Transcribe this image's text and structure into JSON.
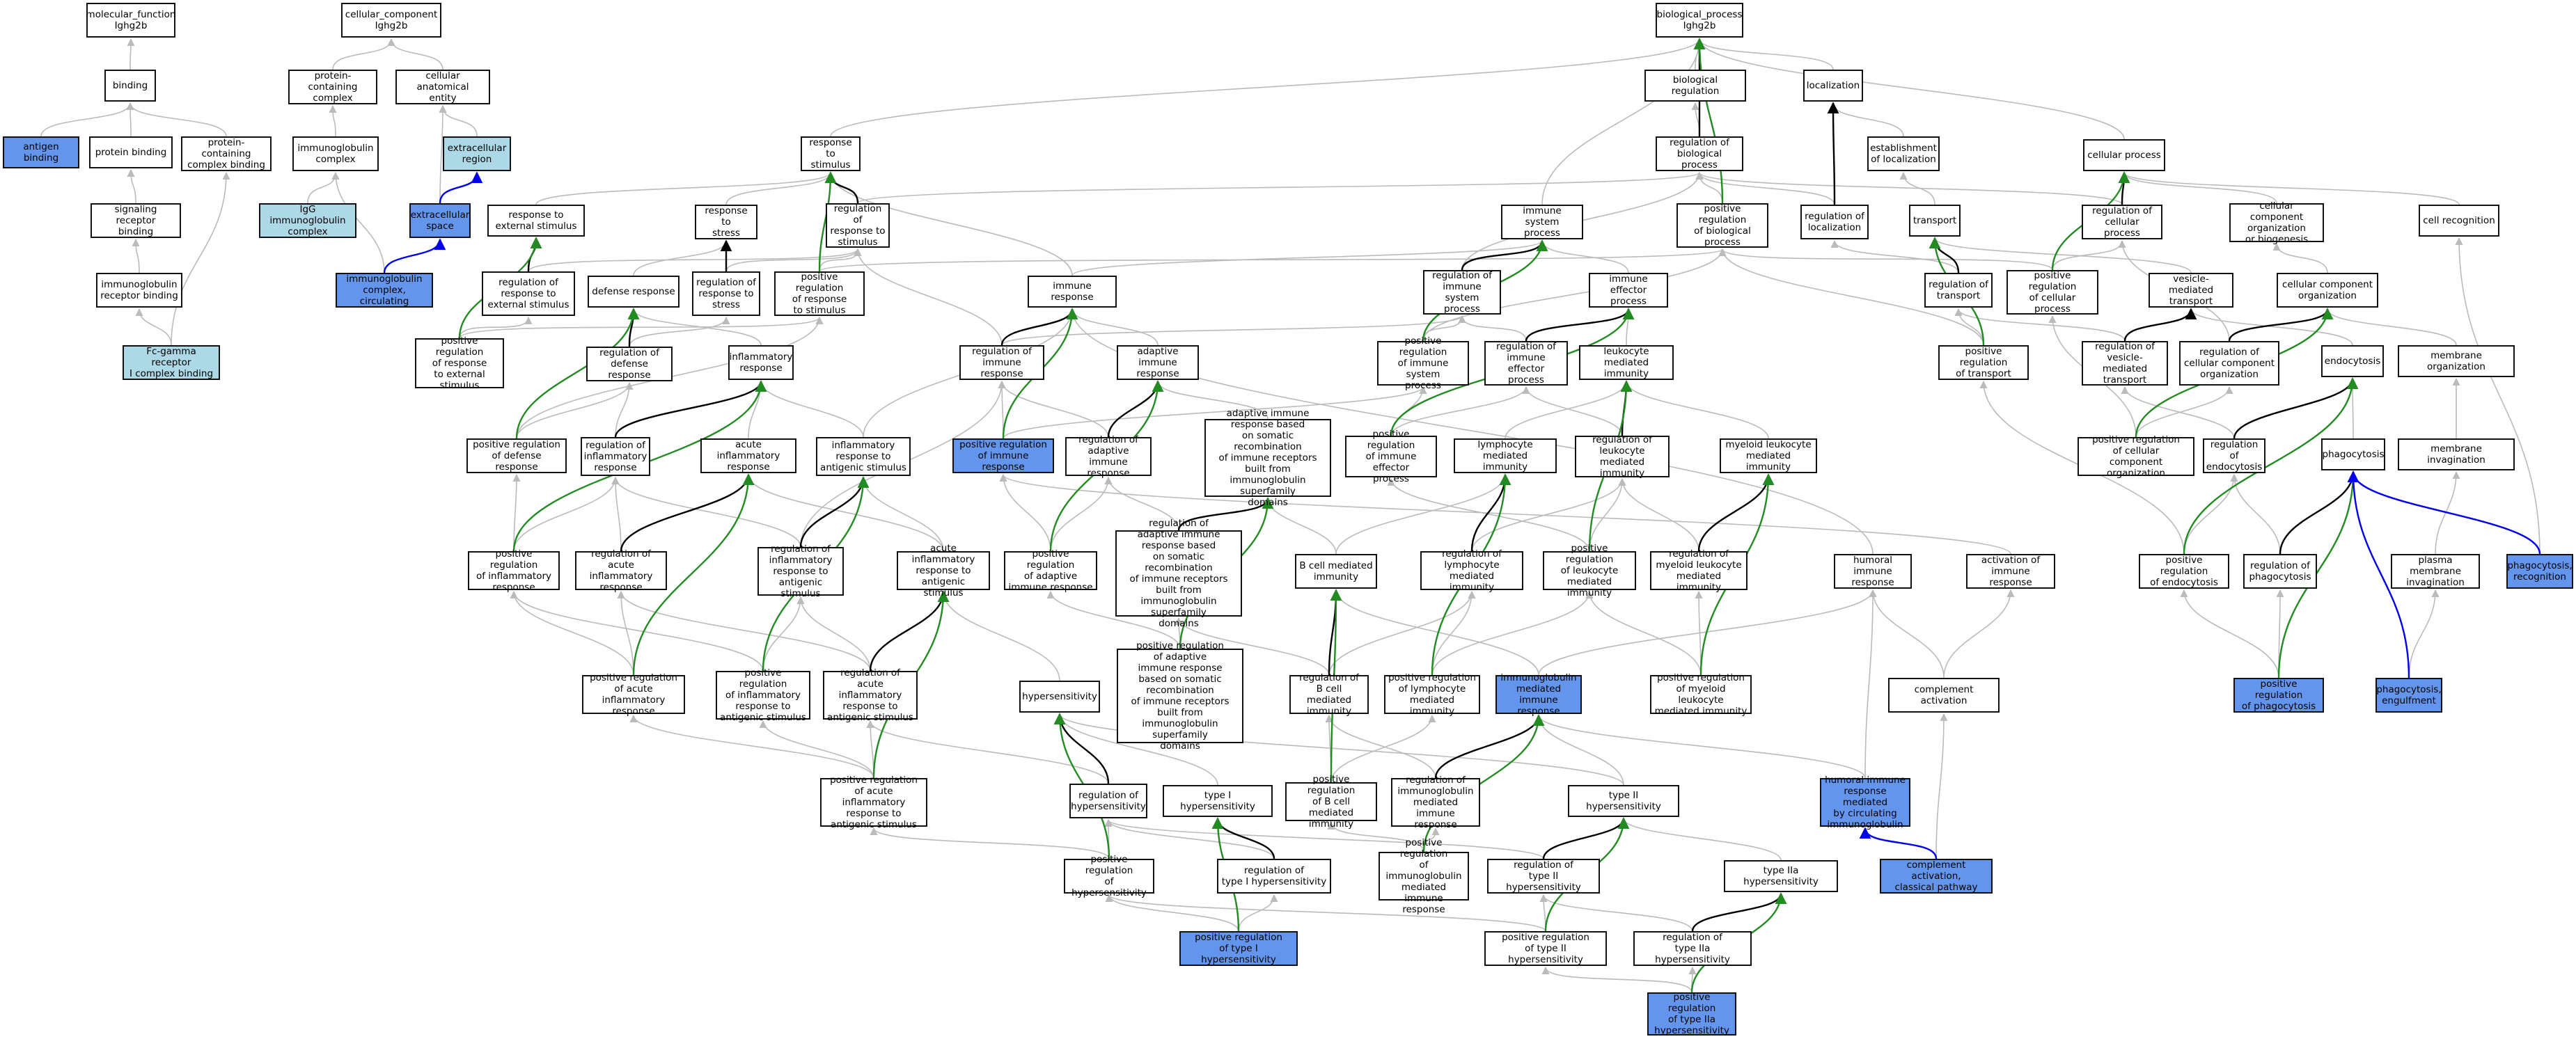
{
  "colors": {
    "node_fill": "#ffffff",
    "annotated_fill": "#6495ed",
    "inferred_fill": "#add8e6",
    "is_a_edge": "#bbbbbb",
    "regulates_edge": "#000000",
    "positively_regulates_edge": "#228b22",
    "part_of_edge": "#0000ee"
  },
  "nodes": {
    "mf_root": "molecular_function\nIghg2b",
    "binding": "binding",
    "antigen_binding": "antigen binding",
    "protein_binding": "protein binding",
    "pc_complex_binding": "protein-containing\ncomplex binding",
    "sig_receptor_binding": "signaling receptor\nbinding",
    "ig_receptor_binding": "immunoglobulin\nreceptor binding",
    "fc_gamma": "Fc-gamma receptor\nI complex binding",
    "cc_root": "cellular_component\nIghg2b",
    "pc_complex": "protein-containing\ncomplex",
    "cell_anat_entity": "cellular anatomical\nentity",
    "ig_complex": "immunoglobulin\ncomplex",
    "extracellular_region": "extracellular\nregion",
    "igg_complex": "IgG immunoglobulin\ncomplex",
    "extracellular_space": "extracellular\nspace",
    "ig_complex_circ": "immunoglobulin\ncomplex, circulating",
    "bp_root": "biological_process\nIghg2b",
    "bio_reg": "biological regulation",
    "localization": "localization",
    "cellular_process": "cellular process",
    "response_stimulus": "response to\nstimulus",
    "reg_bio_process": "regulation of\nbiological process",
    "est_localization": "establishment\nof localization",
    "resp_ext_stim": "response to\nexternal stimulus",
    "resp_stress": "response to\nstress",
    "reg_resp_stim": "regulation of\nresponse to\nstimulus",
    "immune_sys_proc": "immune system\nprocess",
    "pos_reg_bio_proc": "positive regulation\nof biological\nprocess",
    "reg_localization": "regulation of\nlocalization",
    "transport": "transport",
    "reg_cell_proc": "regulation of\ncellular process",
    "cc_org_bio": "cellular component\norganization\nor biogenesis",
    "cell_recognition": "cell recognition",
    "reg_resp_ext_stim": "regulation of\nresponse to\nexternal stimulus",
    "defense_response": "defense response",
    "reg_resp_stress": "regulation of\nresponse to\nstress",
    "pos_reg_resp_stim": "positive regulation\nof response\nto stimulus",
    "immune_response": "immune response",
    "reg_imm_sys_proc": "regulation of\nimmune system\nprocess",
    "immune_effector_proc": "immune effector\nprocess",
    "reg_transport": "regulation of\ntransport",
    "pos_reg_cell_proc": "positive regulation\nof cellular\nprocess",
    "vesicle_transport": "vesicle-mediated\ntransport",
    "cc_organization": "cellular component\norganization",
    "pos_reg_resp_ext": "positive regulation\nof response\nto external\nstimulus",
    "reg_defense_resp": "regulation of\ndefense response",
    "inflammatory_resp": "inflammatory\nresponse",
    "reg_immune_resp": "regulation of\nimmune response",
    "adaptive_immune_resp": "adaptive immune\nresponse",
    "pos_reg_imm_sys": "positive regulation\nof immune system\nprocess",
    "reg_imm_eff_proc": "regulation of\nimmune effector\nprocess",
    "leuk_mediated_imm": "leukocyte mediated\nimmunity",
    "pos_reg_transport": "positive regulation\nof transport",
    "reg_vesicle_transport": "regulation of\nvesicle-mediated\ntransport",
    "reg_cc_org": "regulation of\ncellular component\norganization",
    "endocytosis": "endocytosis",
    "membrane_org": "membrane organization",
    "pos_reg_defense": "positive regulation\nof defense response",
    "reg_inflam_resp": "regulation of\ninflammatory\nresponse",
    "acute_inflam_resp": "acute inflammatory\nresponse",
    "inflam_resp_antigenic": "inflammatory\nresponse to\nantigenic stimulus",
    "pos_reg_immune_resp": "positive regulation\nof immune response",
    "reg_adaptive_imm": "regulation of\nadaptive immune\nresponse",
    "adaptive_somatic": "adaptive immune\nresponse based\non somatic recombination\nof immune receptors\nbuilt from immunoglobulin\nsuperfamily\ndomains",
    "pos_reg_imm_eff": "positive regulation\nof immune effector\nprocess",
    "lymph_mediated_imm": "lymphocyte mediated\nimmunity",
    "reg_leuk_mediated": "regulation of\nleukocyte mediated\nimmunity",
    "myeloid_leuk_imm": "myeloid leukocyte\nmediated immunity",
    "pos_reg_cc_org": "positive regulation\nof cellular\ncomponent organization",
    "reg_endocytosis": "regulation of\nendocytosis",
    "phagocytosis": "phagocytosis",
    "membrane_invag": "membrane invagination",
    "pos_reg_inflam": "positive regulation\nof inflammatory\nresponse",
    "reg_acute_inflam": "regulation of\nacute inflammatory\nresponse",
    "reg_inflam_antigenic": "regulation of\ninflammatory\nresponse to\nantigenic stimulus",
    "acute_inflam_antigenic": "acute inflammatory\nresponse to\nantigenic stimulus",
    "pos_reg_adaptive": "positive regulation\nof adaptive\nimmune response",
    "reg_adaptive_somatic": "regulation of\nadaptive immune\nresponse based\non somatic recombination\nof immune receptors\nbuilt from immunoglobulin\nsuperfamily\ndomains",
    "b_cell_mediated": "B cell mediated\nimmunity",
    "reg_lymph_mediated": "regulation of\nlymphocyte mediated\nimmunity",
    "pos_reg_leuk_mediated": "positive regulation\nof leukocyte\nmediated immunity",
    "reg_myeloid_mediated": "regulation of\nmyeloid leukocyte\nmediated immunity",
    "humoral_immune": "humoral immune\nresponse",
    "activation_immune": "activation of\nimmune response",
    "pos_reg_endocytosis": "positive regulation\nof endocytosis",
    "reg_phagocytosis": "regulation of\nphagocytosis",
    "plasma_membrane_invag": "plasma membrane\ninvagination",
    "phago_recognition": "phagocytosis,\nrecognition",
    "pos_reg_acute_inflam": "positive regulation\nof acute inflammatory\nresponse",
    "pos_reg_inflam_antigenic": "positive regulation\nof inflammatory\nresponse to\nantigenic stimulus",
    "reg_acute_inflam_antigenic": "regulation of\nacute inflammatory\nresponse to\nantigenic stimulus",
    "hypersensitivity": "hypersensitivity",
    "pos_reg_adaptive_somatic": "positive regulation\nof adaptive\nimmune response\nbased on somatic\nrecombination\nof immune receptors\nbuilt from immunoglobulin\nsuperfamily\ndomains",
    "reg_b_cell_mediated": "regulation of\nB cell mediated\nimmunity",
    "pos_reg_lymph_mediated": "positive regulation\nof lymphocyte\nmediated immunity",
    "ig_mediated_immune": "immunoglobulin\nmediated immune\nresponse",
    "pos_reg_myeloid_mediated": "positive regulation\nof myeloid leukocyte\nmediated immunity",
    "complement_activation": "complement activation",
    "pos_reg_phagocytosis": "positive regulation\nof phagocytosis",
    "phago_engulfment": "phagocytosis,\nengulfment",
    "pos_reg_acute_antigenic": "positive regulation\nof acute inflammatory\nresponse to\nantigenic stimulus",
    "reg_hypersensitivity": "regulation of\nhypersensitivity",
    "type1_hypersens": "type I hypersensitivity",
    "pos_reg_b_cell": "positive regulation\nof B cell mediated\nimmunity",
    "reg_ig_mediated": "regulation of\nimmunoglobulin\nmediated immune\nresponse",
    "type2_hypersens": "type II hypersensitivity",
    "humoral_circulating": "humoral immune\nresponse mediated\nby circulating\nimmunoglobulin",
    "pos_reg_hypersens": "positive regulation\nof hypersensitivity",
    "reg_type1": "regulation of\ntype I hypersensitivity",
    "pos_reg_ig_mediated": "positive regulation\nof immunoglobulin\nmediated immune\nresponse",
    "reg_type2": "regulation of\ntype II hypersensitivity",
    "type2a_hypersens": "type IIa hypersensitivity",
    "complement_classical": "complement activation,\nclassical pathway",
    "pos_reg_type1": "positive regulation\nof type I hypersensitivity",
    "pos_reg_type2": "positive regulation\nof type II hypersensitivity",
    "reg_type2a": "regulation of\ntype IIa hypersensitivity",
    "pos_reg_type2a": "positive regulation\nof type IIa\nhypersensitivity"
  }
}
